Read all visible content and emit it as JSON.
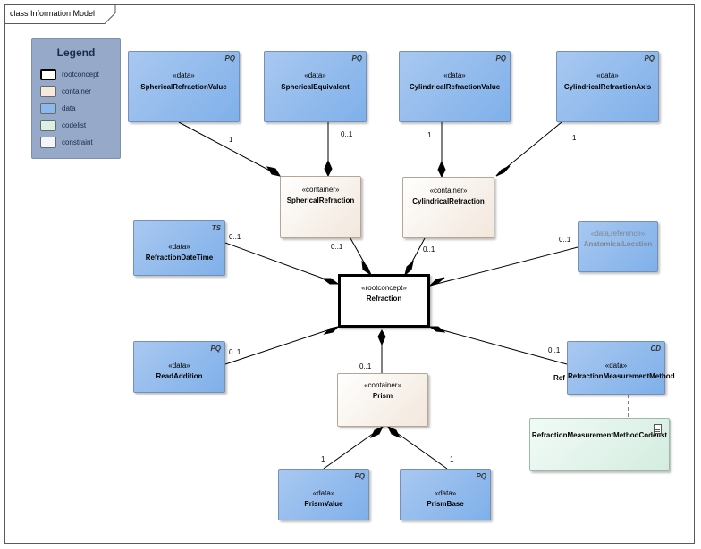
{
  "frame": {
    "title": "class Information Model"
  },
  "legend": {
    "title": "Legend",
    "items": [
      {
        "label": "rootconcept",
        "color": "#ffffff",
        "border": "#000000"
      },
      {
        "label": "container",
        "color": "#f5e9de"
      },
      {
        "label": "data",
        "color": "#8db8ec"
      },
      {
        "label": "codelist",
        "color": "#d9f0e3"
      },
      {
        "label": "constraint",
        "color": "#f4f4fb"
      }
    ]
  },
  "nodes": {
    "spherical_refraction_value": {
      "stereotype": "«data»",
      "name": "SphericalRefractionValue",
      "tag": "PQ"
    },
    "spherical_equivalent": {
      "stereotype": "«data»",
      "name": "SphericalEquivalent",
      "tag": "PQ"
    },
    "cylindrical_refraction_value": {
      "stereotype": "«data»",
      "name": "CylindricalRefractionValue",
      "tag": "PQ"
    },
    "cylindrical_refraction_axis": {
      "stereotype": "«data»",
      "name": "CylindricalRefractionAxis",
      "tag": "PQ"
    },
    "spherical_refraction": {
      "stereotype": "«container»",
      "name": "SphericalRefraction"
    },
    "cylindrical_refraction": {
      "stereotype": "«container»",
      "name": "CylindricalRefraction"
    },
    "refraction_date_time": {
      "stereotype": "«data»",
      "name": "RefractionDateTime",
      "tag": "TS"
    },
    "anatomical_location": {
      "stereotype": "«data,reference»",
      "name": "AnatomicalLocation"
    },
    "refraction": {
      "stereotype": "«rootconcept»",
      "name": "Refraction"
    },
    "read_addition": {
      "stereotype": "«data»",
      "name": "ReadAddition",
      "tag": "PQ"
    },
    "refraction_measurement_method": {
      "stereotype": "«data»",
      "name": "RefractionMeasurementMethod",
      "tag": "CD",
      "clipped_label": "Ref"
    },
    "prism": {
      "stereotype": "«container»",
      "name": "Prism"
    },
    "refraction_measurement_method_codelist": {
      "name": "RefractionMeasurementMethodCodelist"
    },
    "prism_value": {
      "stereotype": "«data»",
      "name": "PrismValue",
      "tag": "PQ"
    },
    "prism_base": {
      "stereotype": "«data»",
      "name": "PrismBase",
      "tag": "PQ"
    }
  },
  "multiplicities": {
    "srv": "1",
    "se": "0..1",
    "crv": "1",
    "cra": "1",
    "sr_root": "0..1",
    "cr_root": "0..1",
    "rdt": "0..1",
    "al": "0..1",
    "ra": "0..1",
    "rmm": "0..1",
    "prism_root": "0..1",
    "pv": "1",
    "pb": "1"
  }
}
